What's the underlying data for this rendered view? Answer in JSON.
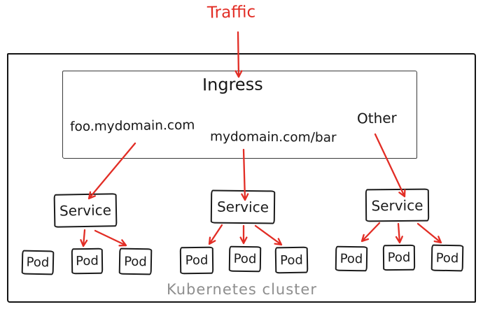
{
  "labels": {
    "traffic": "Traffic",
    "cluster": "Kubernetes cluster"
  },
  "ingress": {
    "title": "Ingress",
    "rules": [
      {
        "label": "foo.mydomain.com"
      },
      {
        "label": "mydomain.com/bar"
      },
      {
        "label": "Other"
      }
    ]
  },
  "services": [
    {
      "label": "Service"
    },
    {
      "label": "Service"
    },
    {
      "label": "Service"
    }
  ],
  "pods": [
    {
      "label": "Pod"
    },
    {
      "label": "Pod"
    },
    {
      "label": "Pod"
    },
    {
      "label": "Pod"
    },
    {
      "label": "Pod"
    },
    {
      "label": "Pod"
    },
    {
      "label": "Pod"
    },
    {
      "label": "Pod"
    },
    {
      "label": "Pod"
    }
  ],
  "edges": [
    {
      "from": "Traffic",
      "to": "Ingress"
    },
    {
      "from": "foo.mydomain.com",
      "to": "Service 1"
    },
    {
      "from": "mydomain.com/bar",
      "to": "Service 2"
    },
    {
      "from": "Other",
      "to": "Service 3"
    },
    {
      "from": "Service 1",
      "to": "Pod 2"
    },
    {
      "from": "Service 1",
      "to": "Pod 3"
    },
    {
      "from": "Service 2",
      "to": "Pod 4"
    },
    {
      "from": "Service 2",
      "to": "Pod 5"
    },
    {
      "from": "Service 2",
      "to": "Pod 6"
    },
    {
      "from": "Service 3",
      "to": "Pod 7"
    },
    {
      "from": "Service 3",
      "to": "Pod 8"
    },
    {
      "from": "Service 3",
      "to": "Pod 9"
    }
  ],
  "colors": {
    "arrow": "#e22d25",
    "stroke": "#1b1b1b",
    "muted": "#8e8e8e"
  }
}
